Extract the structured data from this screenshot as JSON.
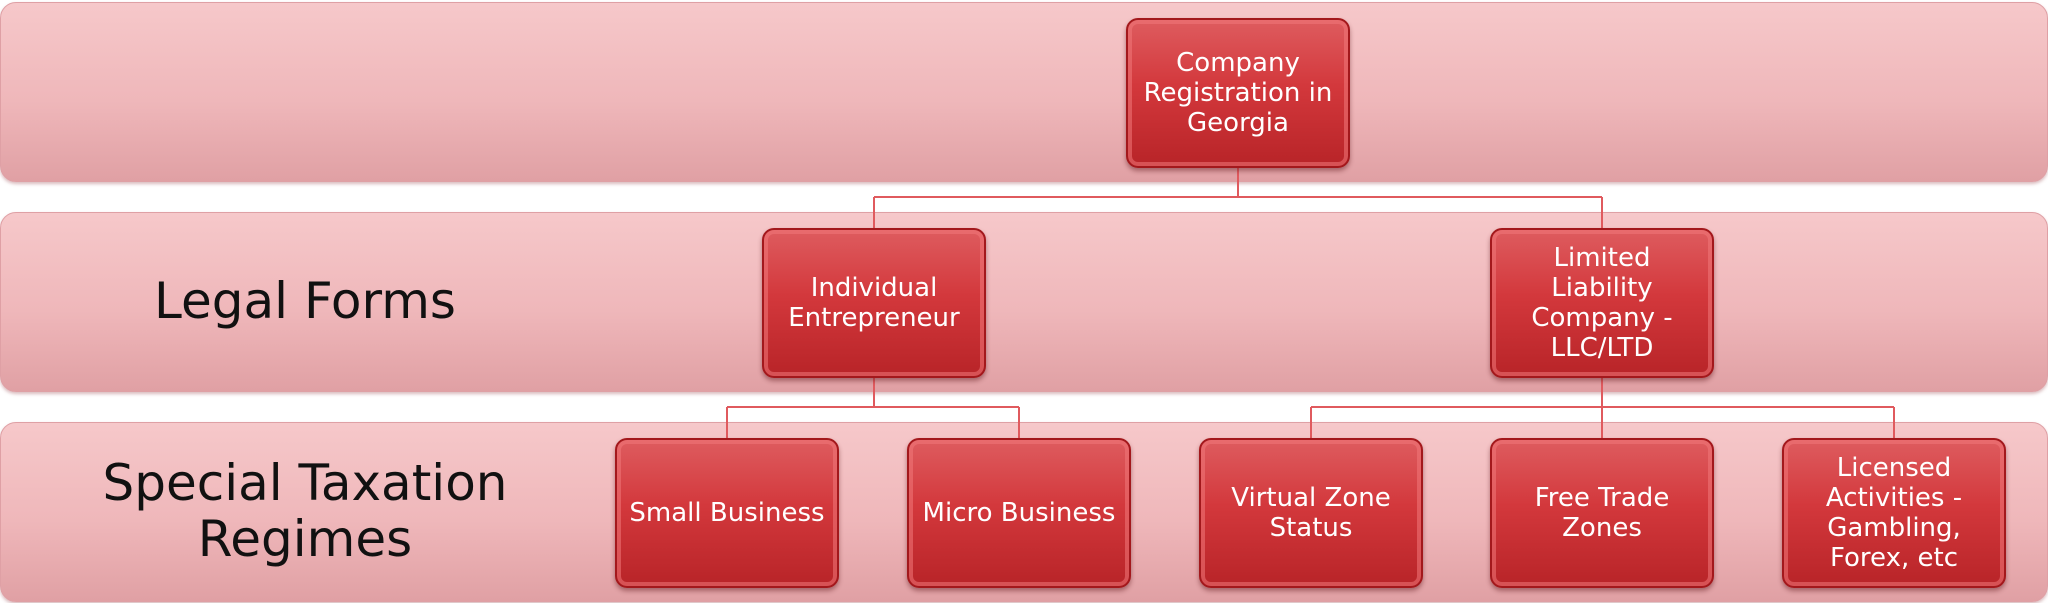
{
  "levels": [
    {
      "label": ""
    },
    {
      "label": "Legal Forms"
    },
    {
      "label": "Special Taxation Regimes"
    }
  ],
  "nodes": {
    "root": "Company Registration in Georgia",
    "individual_entrepreneur": "Individual Entrepreneur",
    "llc": "Limited Liability Company - LLC/LTD",
    "small_business": "Small Business",
    "micro_business": "Micro Business",
    "virtual_zone": "Virtual Zone Status",
    "free_trade": "Free Trade Zones",
    "licensed_activities": "Licensed Activities - Gambling, Forex, etc"
  },
  "colors": {
    "band": "#efb7ba",
    "node": "#d3383c",
    "connector": "#e05a5e",
    "label_text": "#111111",
    "node_text": "#ffffff"
  }
}
